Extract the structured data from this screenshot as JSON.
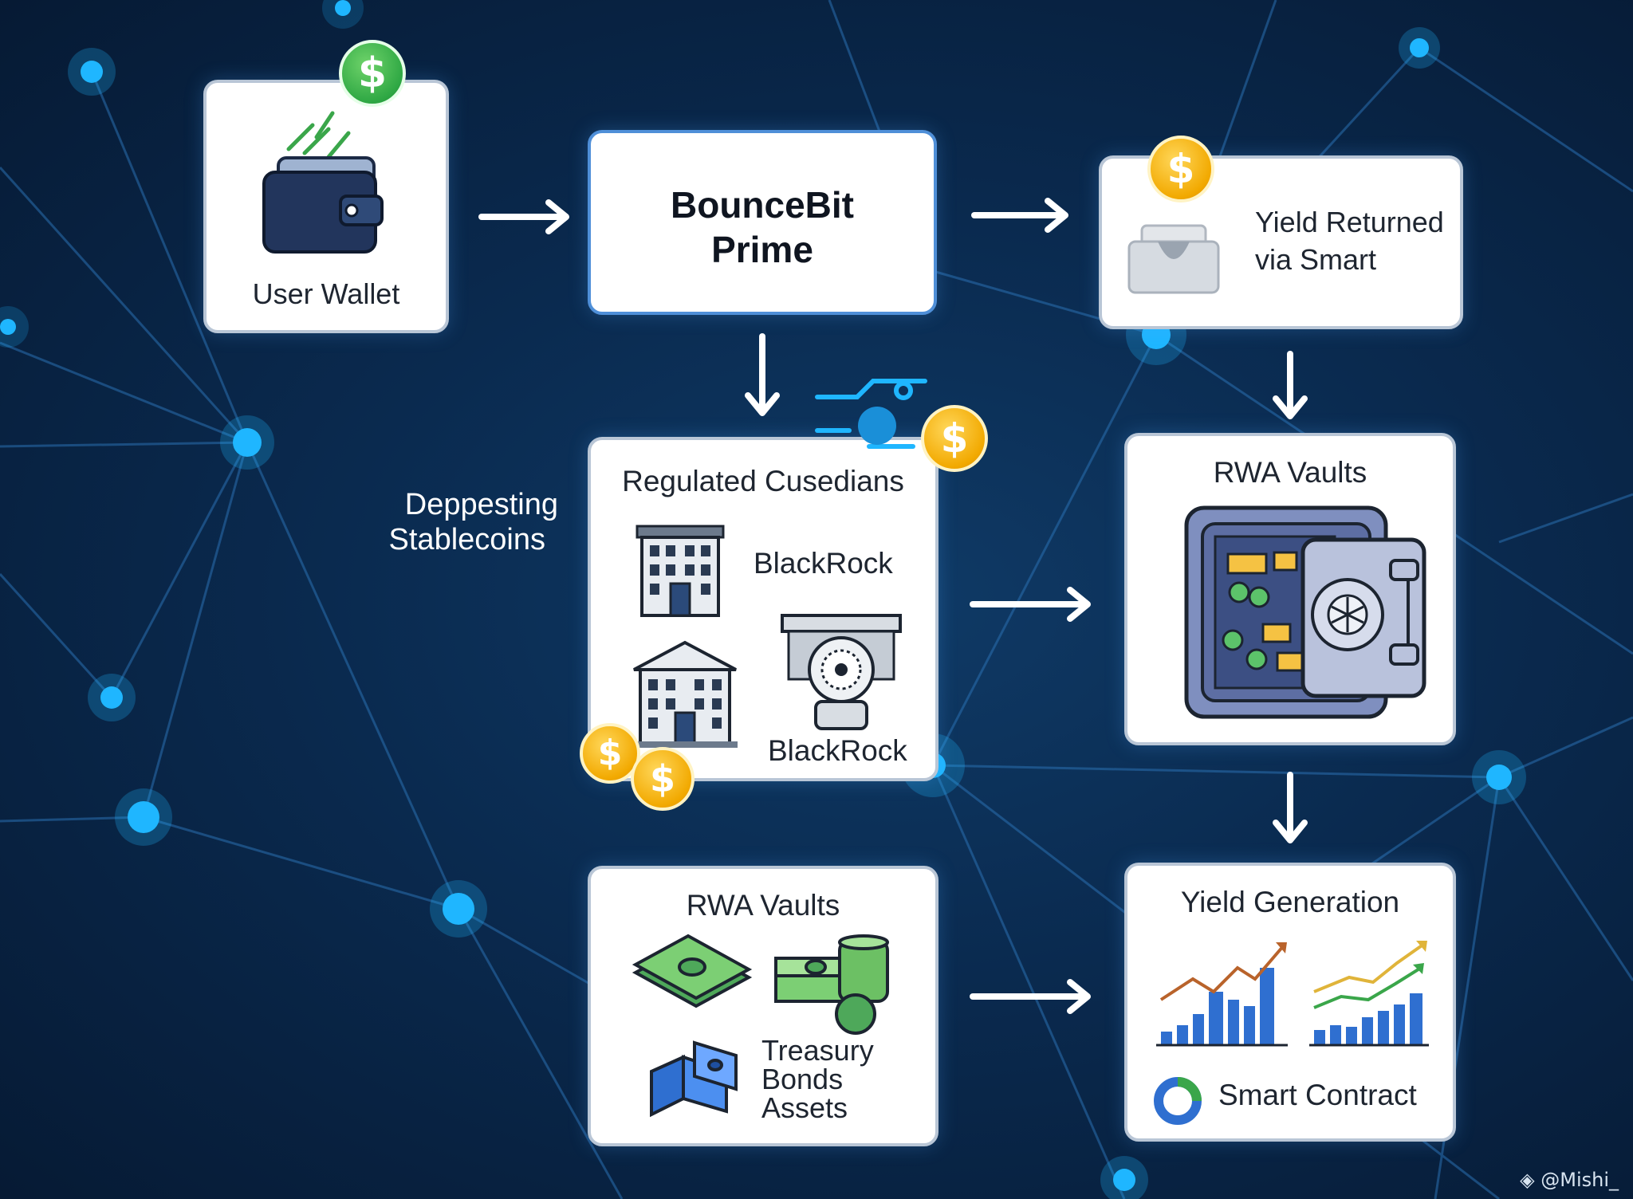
{
  "nodes": {
    "user_wallet": {
      "label": "User Wallet"
    },
    "bouncebit_prime": {
      "line1": "BounceBit",
      "line2": "Prime"
    },
    "yield_returned": {
      "line1": "Yield Returned",
      "line2": "via Smart"
    },
    "depositing_label": {
      "line1": "Deppesting",
      "line2": "Stablecoins"
    },
    "custodians": {
      "title": "Regulated Cusedians",
      "item1": "BlackRock",
      "item2": "BlackRock"
    },
    "rwa_vaults_top": {
      "title": "RWA Vaults"
    },
    "rwa_vaults_bottom": {
      "title": "RWA Vaults",
      "line1": "Treasury",
      "line2": "Bonds",
      "line3": "Assets"
    },
    "yield_generation": {
      "title": "Yield Generation",
      "footer": "Smart Contract"
    }
  },
  "coin_symbol": "$",
  "watermark": "@Mishi_",
  "colors": {
    "background": "#0a2a4f",
    "network_line": "#2a6fb0",
    "network_node": "#1fb6ff",
    "card_border": "#b9c6d6",
    "accent_border": "#4f8fd8",
    "coin_gold": "#f2a900",
    "coin_green": "#2fa844"
  },
  "icons": [
    "wallet-icon",
    "money-tray-icon",
    "bank-building-icon",
    "vault-door-icon",
    "safe-vault-icon",
    "cash-stack-icon",
    "coin-stack-icon",
    "blocks-icon",
    "bar-chart-icon",
    "donut-icon"
  ]
}
